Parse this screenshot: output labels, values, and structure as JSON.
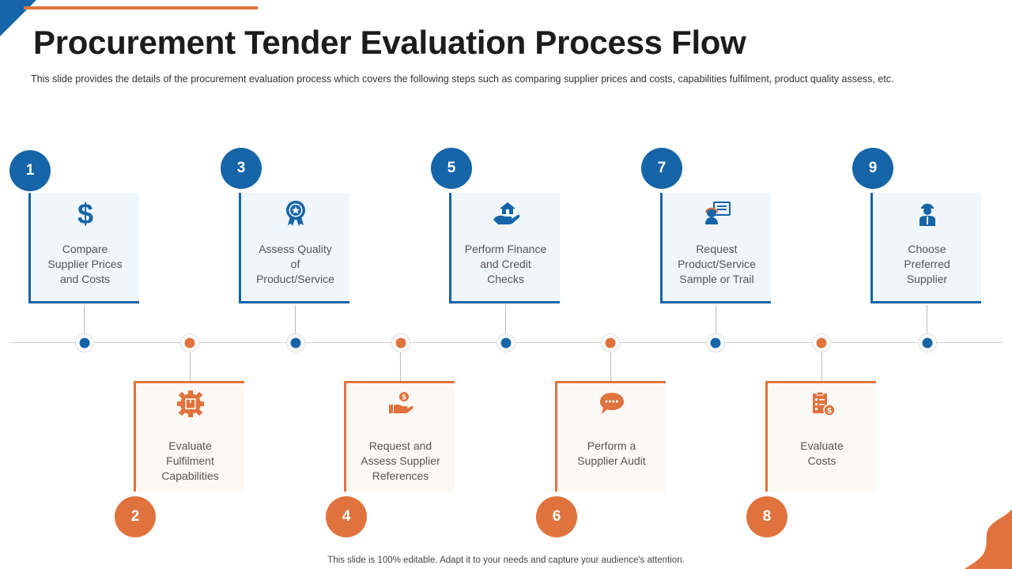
{
  "title": "Procurement Tender Evaluation Process Flow",
  "subtitle": "This slide provides the details of the procurement evaluation process which covers the following steps such as comparing supplier prices and costs, capabilities fulfilment, product quality assess, etc.",
  "footer": "This slide is 100% editable. Adapt it to your needs and capture your audience's attention.",
  "colors": {
    "blue": "#1565a8",
    "orange": "#e0733d"
  },
  "steps": [
    {
      "number": "1",
      "label": "Compare\nSupplier Prices\nand Costs",
      "icon": "dollar-icon"
    },
    {
      "number": "2",
      "label": "Evaluate\nFulfilment\nCapabilities",
      "icon": "gear-box-icon"
    },
    {
      "number": "3",
      "label": "Assess Quality\nof\nProduct/Service",
      "icon": "award-ribbon-icon"
    },
    {
      "number": "4",
      "label": "Request and\nAssess Supplier\nReferences",
      "icon": "hand-coin-icon"
    },
    {
      "number": "5",
      "label": "Perform Finance\nand Credit\nChecks",
      "icon": "hand-house-icon"
    },
    {
      "number": "6",
      "label": "Perform a\nSupplier Audit",
      "icon": "speech-bubble-icon"
    },
    {
      "number": "7",
      "label": "Request\nProduct/Service\nSample or Trail",
      "icon": "support-agent-icon"
    },
    {
      "number": "8",
      "label": "Evaluate\nCosts",
      "icon": "checklist-coin-icon"
    },
    {
      "number": "9",
      "label": "Choose\nPreferred\nSupplier",
      "icon": "worker-icon"
    }
  ]
}
